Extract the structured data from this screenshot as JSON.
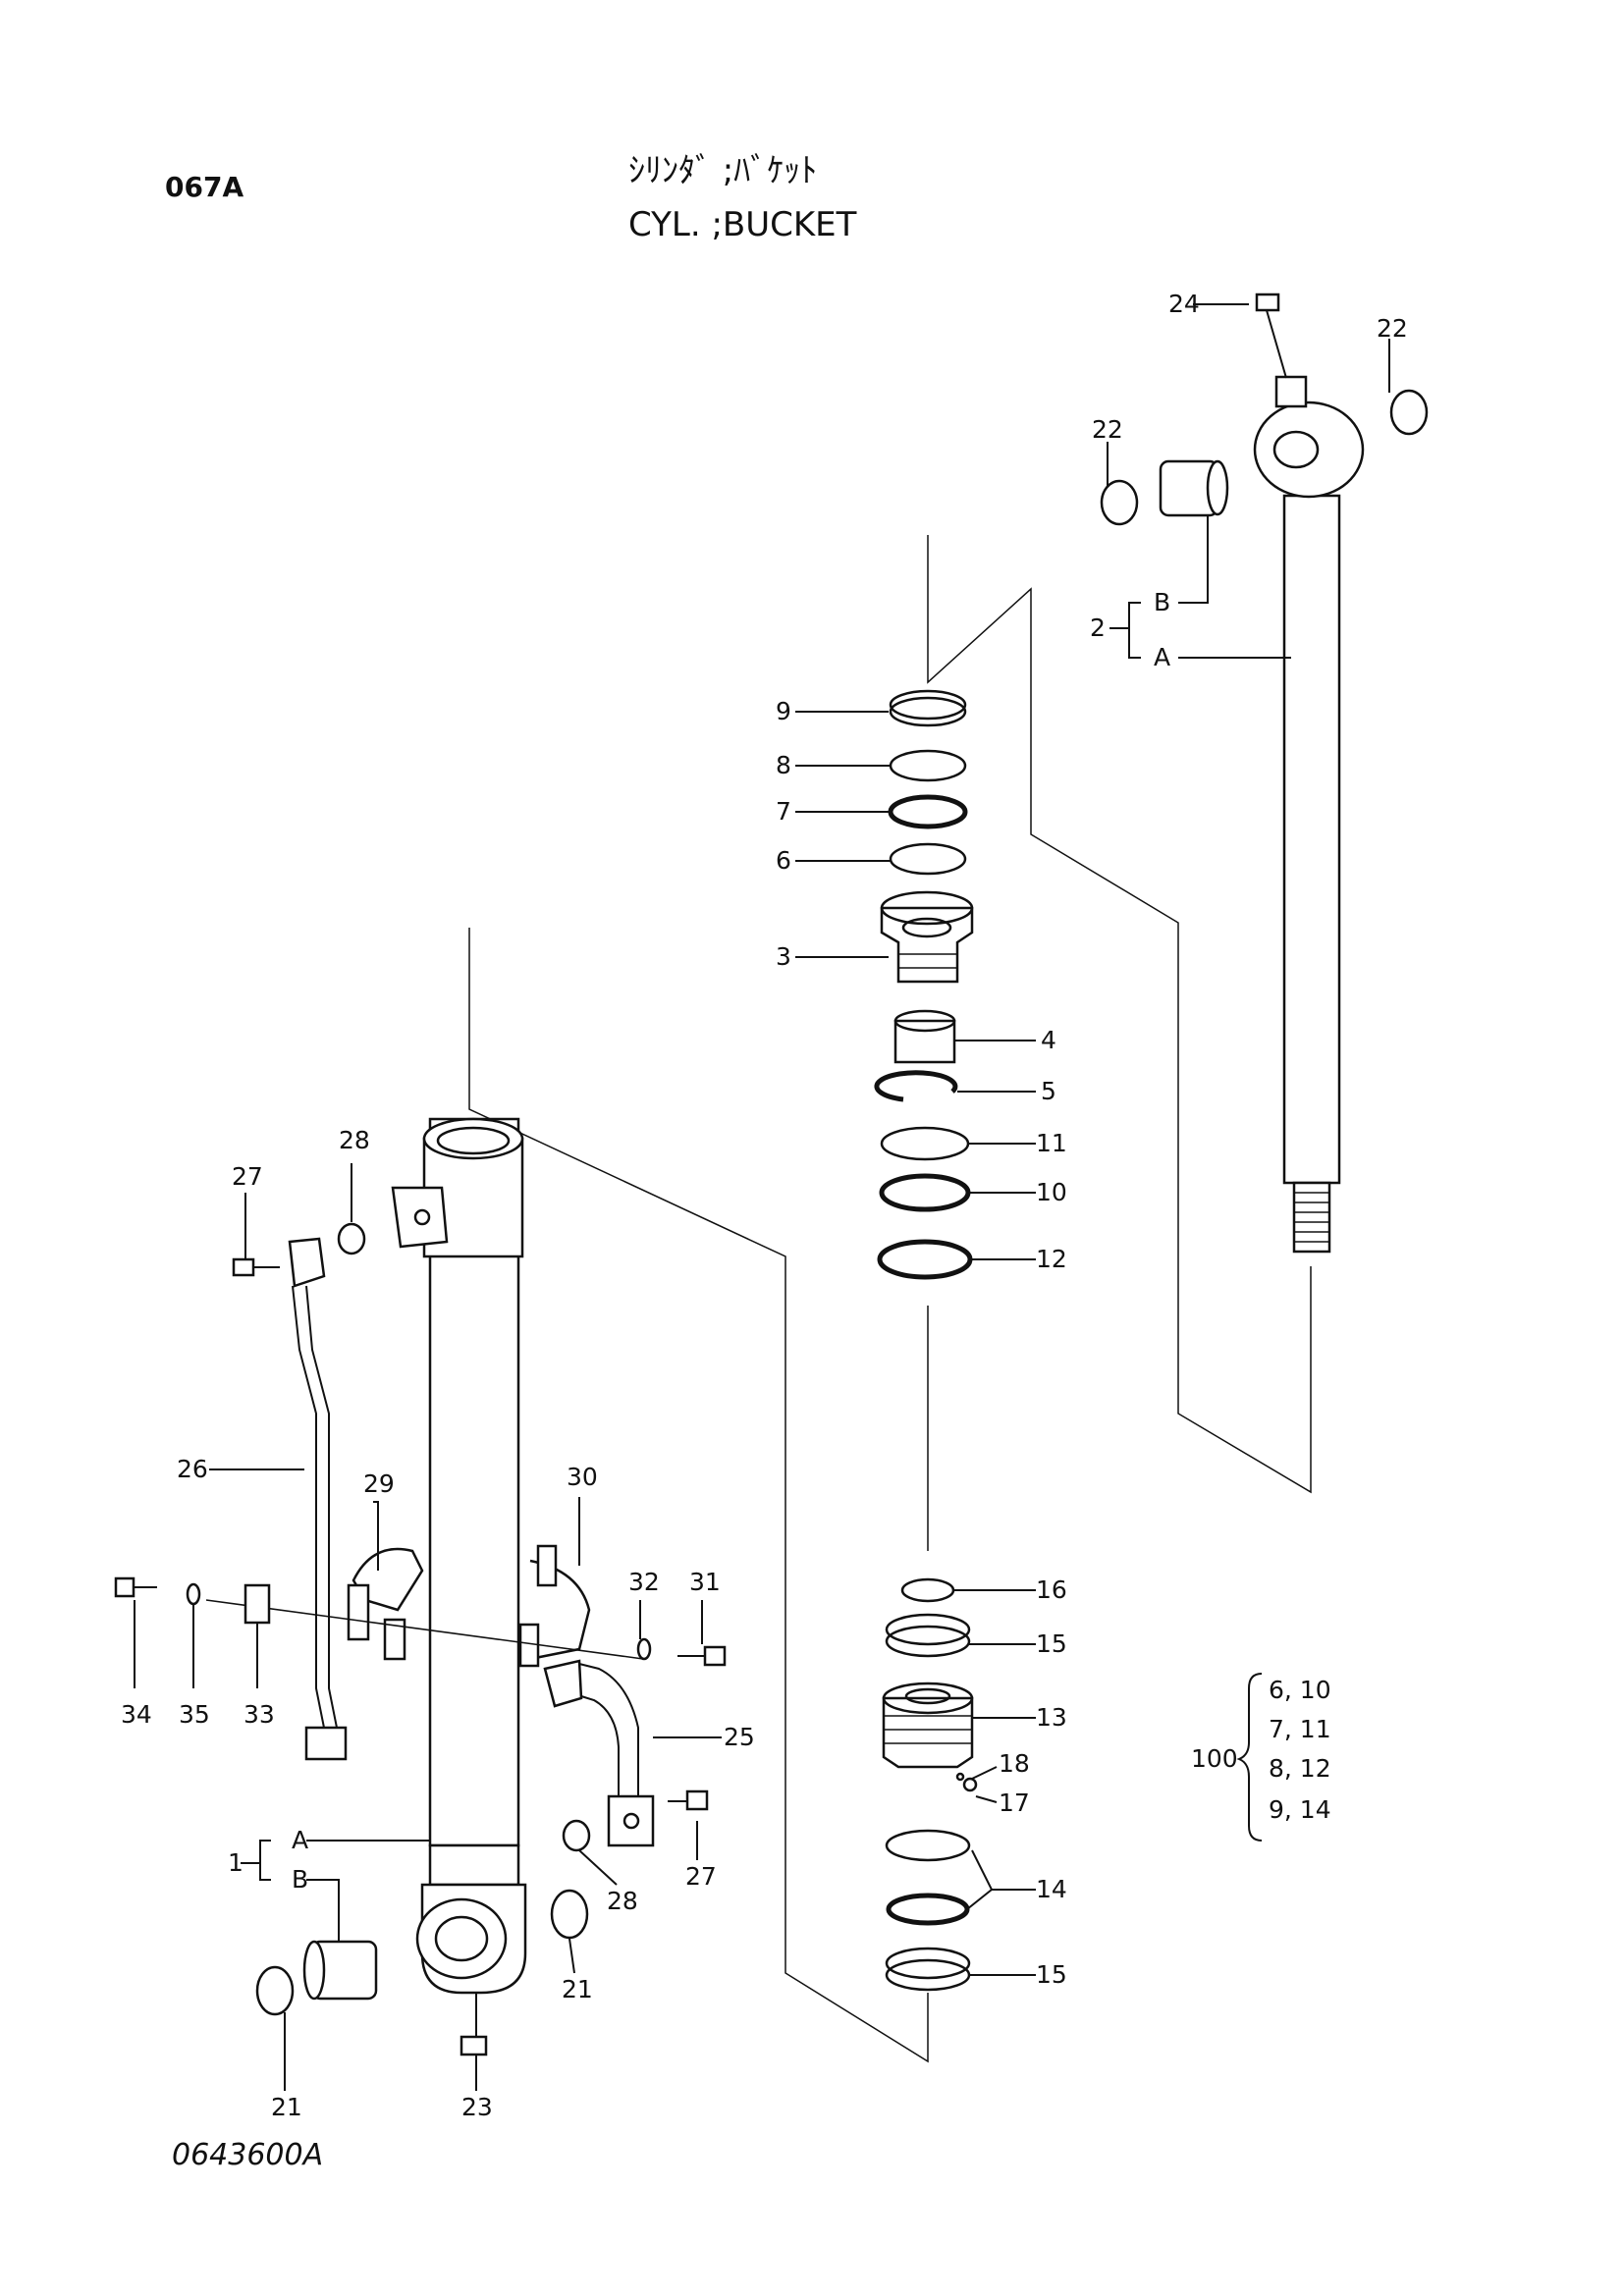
{
  "header": {
    "code": "067A",
    "title_jp": "ｼﾘﾝﾀﾞ ;ﾊﾞｹｯﾄ",
    "title_en": "CYL. ;BUCKET"
  },
  "footer": {
    "drawing_number": "0643600A"
  },
  "callouts": {
    "c1": "1",
    "c1A": "A",
    "c1B": "B",
    "c2": "2",
    "c2A": "A",
    "c2B": "B",
    "c3": "3",
    "c4": "4",
    "c5": "5",
    "c6": "6",
    "c7": "7",
    "c8": "8",
    "c9": "9",
    "c10": "10",
    "c11": "11",
    "c12": "12",
    "c13": "13",
    "c14": "14",
    "c15a": "15",
    "c15b": "15",
    "c16": "16",
    "c17": "17",
    "c18": "18",
    "c21a": "21",
    "c21b": "21",
    "c22a": "22",
    "c22b": "22",
    "c23": "23",
    "c24": "24",
    "c25": "25",
    "c26": "26",
    "c27a": "27",
    "c27b": "27",
    "c28a": "28",
    "c28b": "28",
    "c29": "29",
    "c30": "30",
    "c31": "31",
    "c32": "32",
    "c33": "33",
    "c34": "34",
    "c35": "35"
  },
  "kit": {
    "number": "100",
    "rows": [
      "6, 10",
      "7, 11",
      "8, 12",
      "9, 14"
    ]
  }
}
